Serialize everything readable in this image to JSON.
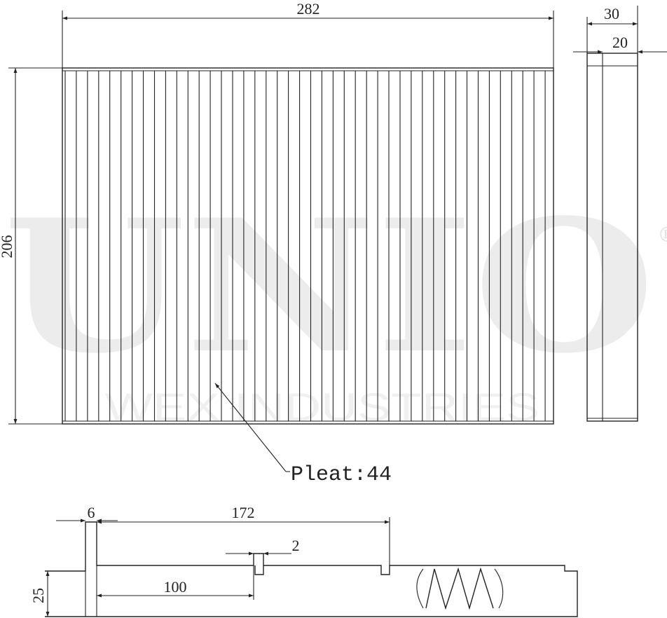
{
  "watermark": {
    "logo_text": "UNIO",
    "registered_mark": "®",
    "tagline": "WEX INDUSTRIES"
  },
  "dimensions": {
    "width": "282",
    "height": "206",
    "depth_total": "30",
    "depth_pleat": "20",
    "pleat_label": "Pleat:44",
    "edge_offset": "6",
    "span": "172",
    "notch_width": "2",
    "length_100": "100",
    "profile_height": "25"
  },
  "pleat_count": 44,
  "colors": {
    "line": "#222222",
    "watermark": "#e6e6e6"
  }
}
